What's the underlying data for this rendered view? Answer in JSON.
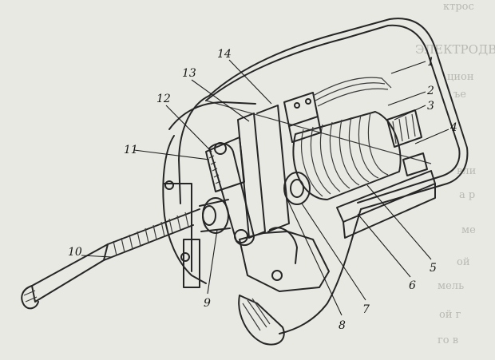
{
  "callouts": [
    "1",
    "2",
    "3",
    "4",
    "5",
    "6",
    "7",
    "8",
    "9",
    "10",
    "11",
    "12",
    "13",
    "14"
  ],
  "background_text": {
    "heading": "ЭЛЕКТРОДВ",
    "lines": [
      "ктрос",
      "цион",
      "ъе",
      "вли",
      "а р",
      "ме",
      "ой",
      "мель",
      "ой г",
      "го в"
    ]
  }
}
